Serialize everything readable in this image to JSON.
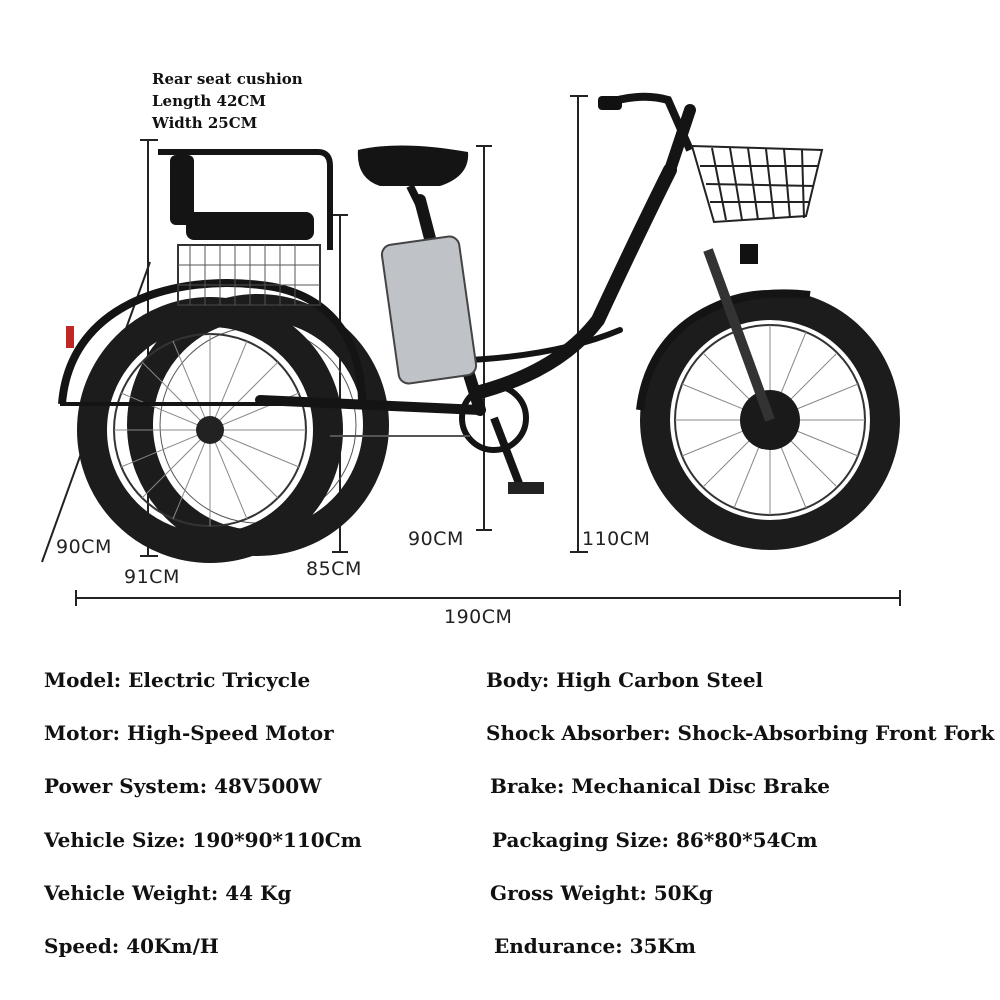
{
  "seat_note": {
    "line1": "Rear seat cushion",
    "line2": "Length 42CM",
    "line3": "Width 25CM"
  },
  "dimensions": {
    "width_90": "90CM",
    "rear_91": "91CM",
    "seat_85": "85CM",
    "saddle_90": "90CM",
    "height_110": "110CM",
    "length_190": "190CM"
  },
  "specs_left": [
    "Model: Electric Tricycle",
    "Motor: High-Speed Motor",
    "Power System: 48V500W",
    "Vehicle Size: 190*90*110Cm",
    "Vehicle Weight: 44 Kg",
    "Speed: 40Km/H"
  ],
  "specs_right": [
    "Body: High Carbon Steel",
    "Shock Absorber: Shock-Absorbing Front Fork",
    "Brake: Mechanical Disc Brake",
    "Packaging Size: 86*80*54Cm",
    "Gross Weight: 50Kg",
    "Endurance: 35Km"
  ],
  "colors": {
    "frame": "#141414",
    "tire": "#1c1c1c",
    "battery": "#bfc3c7",
    "line": "#222222"
  }
}
